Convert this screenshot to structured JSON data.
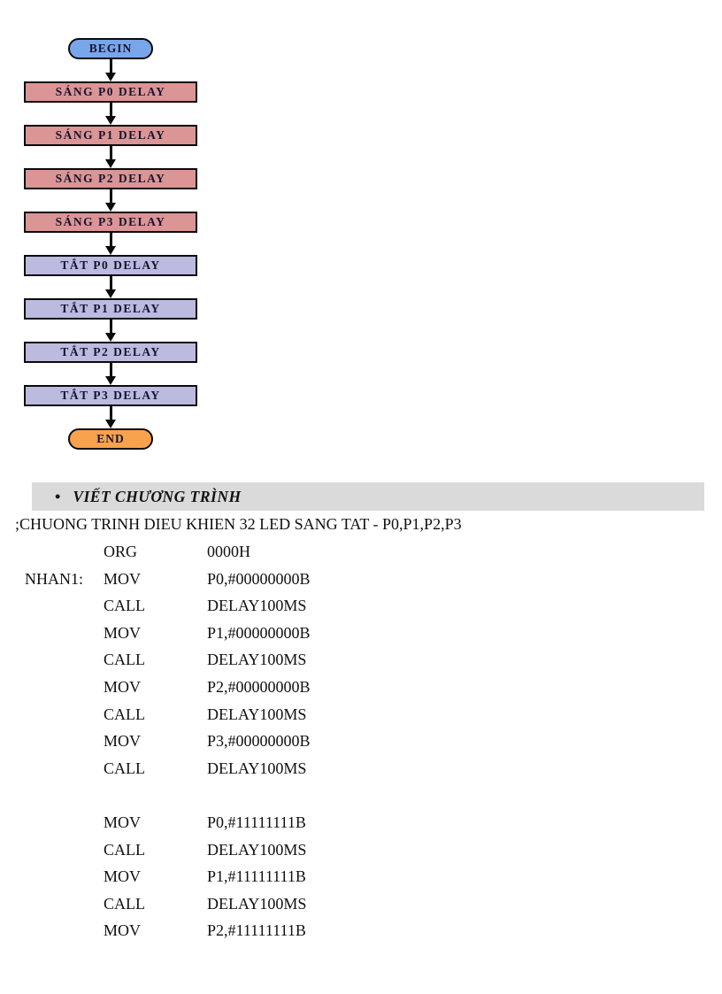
{
  "flowchart": {
    "begin": {
      "label": "BEGIN",
      "color": "#79A5E9"
    },
    "end": {
      "label": "END",
      "color": "#F8A24D"
    },
    "boxes": [
      {
        "label": "SÁNG P0 DELAY",
        "color": "#DB9595"
      },
      {
        "label": "SÁNG P1 DELAY",
        "color": "#DB9595"
      },
      {
        "label": "SÁNG P2 DELAY",
        "color": "#DB9595"
      },
      {
        "label": "SÁNG P3 DELAY",
        "color": "#DB9595"
      },
      {
        "label": "TẮT P0 DELAY",
        "color": "#BCBADF"
      },
      {
        "label": "TẮT P1 DELAY",
        "color": "#BCBADF"
      },
      {
        "label": "TẮT P2 DELAY",
        "color": "#BCBADF"
      },
      {
        "label": "TẮT P3 DELAY",
        "color": "#BCBADF"
      }
    ],
    "text_color": "#141432",
    "border_color": "#0a0a0a"
  },
  "section_heading": {
    "bullet": "•",
    "label": "VIẾT CHƯƠNG TRÌNH",
    "background": "#DADADA"
  },
  "code": {
    "comment": ";CHUONG TRINH DIEU KHIEN 32 LED SANG TAT - P0,P1,P2,P3",
    "lines": [
      {
        "label": "",
        "op": "ORG",
        "operand": "0000H"
      },
      {
        "label": "NHAN1:",
        "op": "MOV",
        "operand": "P0,#00000000B"
      },
      {
        "label": "",
        "op": "CALL",
        "operand": "DELAY100MS"
      },
      {
        "label": "",
        "op": "MOV",
        "operand": "P1,#00000000B"
      },
      {
        "label": "",
        "op": "CALL",
        "operand": "DELAY100MS"
      },
      {
        "label": "",
        "op": "MOV",
        "operand": "P2,#00000000B"
      },
      {
        "label": "",
        "op": "CALL",
        "operand": "DELAY100MS"
      },
      {
        "label": "",
        "op": "MOV",
        "operand": "P3,#00000000B"
      },
      {
        "label": "",
        "op": "CALL",
        "operand": "DELAY100MS"
      },
      {
        "label": "",
        "op": "",
        "operand": ""
      },
      {
        "label": "",
        "op": "MOV",
        "operand": "P0,#11111111B"
      },
      {
        "label": "",
        "op": "CALL",
        "operand": "DELAY100MS"
      },
      {
        "label": "",
        "op": "MOV",
        "operand": "P1,#11111111B"
      },
      {
        "label": "",
        "op": "CALL",
        "operand": "DELAY100MS"
      },
      {
        "label": "",
        "op": "MOV",
        "operand": "P2,#11111111B"
      }
    ]
  }
}
